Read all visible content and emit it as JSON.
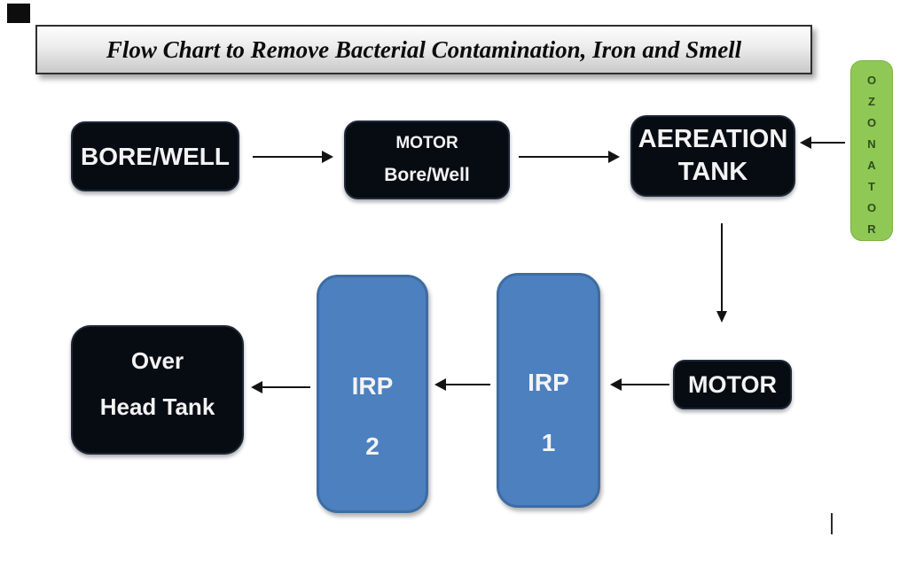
{
  "title": {
    "text": "Flow Chart to Remove Bacterial Contamination, Iron and Smell"
  },
  "nodes": {
    "bore_well": {
      "label": "BORE/WELL"
    },
    "motor_bore_well": {
      "line1": "MOTOR",
      "line2": "Bore/Well"
    },
    "aereation_tank": {
      "line1": "AEREATION",
      "line2": "TANK"
    },
    "ozonator": {
      "label": "OZONATOR",
      "letters": [
        "O",
        "Z",
        "O",
        "N",
        "A",
        "T",
        "O",
        "R"
      ]
    },
    "motor": {
      "label": "MOTOR"
    },
    "irp_1": {
      "name": "IRP",
      "number": "1"
    },
    "irp_2": {
      "name": "IRP",
      "number": "2"
    },
    "over_head_tank": {
      "line1": "Over",
      "line2": "Head Tank"
    }
  },
  "edges": [
    {
      "from": "bore_well",
      "to": "motor_bore_well"
    },
    {
      "from": "motor_bore_well",
      "to": "aereation_tank"
    },
    {
      "from": "ozonator",
      "to": "aereation_tank"
    },
    {
      "from": "aereation_tank",
      "to": "motor"
    },
    {
      "from": "motor",
      "to": "irp_1"
    },
    {
      "from": "irp_1",
      "to": "irp_2"
    },
    {
      "from": "irp_2",
      "to": "over_head_tank"
    }
  ],
  "colors": {
    "node_black": "#070b12",
    "node_blue": "#4d80bf",
    "node_blue_border": "#3e6ca3",
    "node_green": "#8fc854",
    "green_text": "#2f4d1d",
    "banner_border": "#2f2f2f",
    "arrow": "#131313"
  }
}
